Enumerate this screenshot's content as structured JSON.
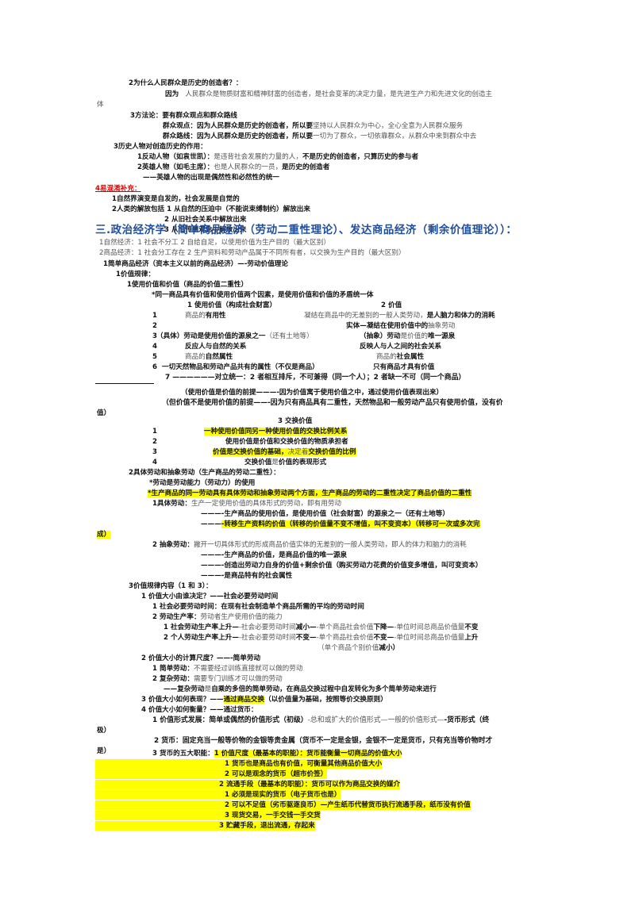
{
  "lines": {
    "l1": "2为什么人民群众是历史的创造者？：",
    "l2": "因为",
    "l2b": "人民群众是物质财富和精神财富的创造者，是社会变革的决定力量，是先进生产力和先进文化的创造主",
    "l3": "体",
    "l4": "3方法论：要有群众观点和群众路线",
    "l5a": "群众观点：因为人民群众是历史的创造者，所以要",
    "l5b": "坚持以人民群众为中心，全心全意为人民群众服务",
    "l6a": "群众路线：因为人民群众是历史的创造者，所以要",
    "l6b": "一切为了群众，一切依靠群众，从群众中来到群众中去",
    "l7": "3历史人物对创造历史的作用：",
    "l8a": "1反动人物（如袁世凯）：",
    "l8b": "是违背社会发展的力量的人，",
    "l8c": "不是历史的创造者，只算历史的参与者",
    "l9a": "2英雄人物（如毛主席）：",
    "l9b": "也是人民群众的一员，",
    "l9c": "是历史的创造者",
    "l10": "——英雄人物的出现是偶然性和必然性的统一",
    "l11": "4易混淆补充：",
    "l12": "1自然界演变是自发的，社会发展是自觉的",
    "l13": "2人类的解放包括 1 从自然的压迫中（不能说束缚制约）解放出来",
    "l14": "2 从旧社会关系中解放出来",
    "l15": "3 从旧传统观念中解放出来",
    "h3": "三.政治经济学（简单商品经济（劳动二重性理论）、发达商品经济（剩余价值理论））：",
    "l16": "1自然经济：1 社会不分工 2 自给自足，以使用价值为生产目的（最大区别）",
    "l17": "2商品经济：1 社会分工存在 2 生产资料和劳动产品属于不同所有者，以交换为生产目的（最大区别）",
    "l18": "1简单商品经济（资本主义以前的商品经济）—-劳动价值理论",
    "l19": "1价值规律：",
    "l20": "1使用价值和价值（商品的价值二重性）",
    "l21": "*同一商品具有价值和使用价值两个因素，是使用价值和价值的矛盾统一体",
    "l22a": "1 使用价值（构成社会财富）",
    "l22b": "2 价值",
    "l23n": "1",
    "l23a": "商品的",
    "l23b": "有用性",
    "l23c": "凝结在商品中的无差别的一般人类劳动，",
    "l23d": "是人脑力和体力的消耗",
    "l24n": "2",
    "l24a": "实体—凝结在使用价值中的",
    "l24b": "抽象劳动",
    "l25n": "3",
    "l25a": "（具体）劳动是使用价值的",
    "l25b": "源泉之一",
    "l25c": "（还有土地等）",
    "l25d": "（抽象）劳动",
    "l25e": "是价值的",
    "l25f": "唯一源泉",
    "l26n": "4",
    "l26a": "反应人与自然的关系",
    "l26b": "反映人与人之间的社会关系",
    "l27n": "5",
    "l27a": "商品的",
    "l27b": "自然属性",
    "l27c": "商品的",
    "l27d": "社会属性",
    "l28n": "6",
    "l28a": "一切天然物品和劳动产品共有的属性（不仅是商品）",
    "l28b": "只有商品才具有价值",
    "l29": "7 ——————对立统一：2 者相互排斥，不可兼得（同一个人）；2 者缺一不可（同一个商品）",
    "l30": "（使用价值是价值的前提———-因为价值寓于使用价值之中，通过使用价值表现出来）",
    "l31": "（但价值不是使用价值的前提——-因为只有商品具有二重性，天然物品和一般劳动产品只有使用价值，没有价",
    "l32": "值）",
    "l33": "3 交换价值",
    "l34n": "1",
    "l34": "一种使用价值同另一种使用价值的交换比例关系",
    "l35n": "2",
    "l35": "使用价值是价值和交换价值的物质承担者",
    "l36n": "3",
    "l36a": "价值是交换价值的基础，",
    "l36b": "决定着",
    "l36c": "交换价值的比例",
    "l37n": "4",
    "l37a": "交换价值",
    "l37b": "是",
    "l37c": "价值的表现形式",
    "l38": "2具体劳动和抽象劳动（生产商品的劳动二重性）：",
    "l39": "*劳动是劳动能力（劳动力）的使用",
    "l40": "*生产商品的同一劳动具有具体劳动和抽象劳动两个方面，生产商品的劳动的二重性决定了商品价值的二重性",
    "l41a": "1具体劳动：",
    "l41b": "生产一定使用价值的具体形式的劳动，即有用劳动",
    "l42a": "———",
    "l42b": "-生产商品的使用价值，是使用价值（社会财富）的源泉之一（还有土地等）",
    "l43a": "———",
    "l43b": "-转移生产资料的价值（转移的价值量不变不增值，叫不变资本）（转移可一次或多次完",
    "l44": "成）",
    "l45a": "2 抽象劳动：",
    "l45b": "撇开一切具体形式的形成商品价值实体的无差别的一般人类劳动，即人的体力和脑力的消耗",
    "l46a": "———",
    "l46b": "-生产商品的价值，是商品价值的唯一源泉",
    "l47a": "———",
    "l47b": "-创造出劳动力自身的价值+剩余价值（购买劳动力花费的价值变多增值，叫可变资本）",
    "l48a": "———",
    "l48b": "-是商品特有的社会属性",
    "l49": "3价值规律内容（1 和 3）：",
    "l50": "1 价值大小由谁决定？——社会必要劳动时间",
    "l51": "1 社会必要劳动时间：在现有社会制造单个商品所需的平均的劳动时间",
    "l52a": "2 劳动生产率：",
    "l52b": "劳动者生产使用价值的能力",
    "l53a": "1 社会劳动生产率上升—",
    "l53b": "-社会必要劳动时间",
    "l53c": "减小—",
    "l53d": "-单个商品社会价值",
    "l53e": "下降—",
    "l53f": "-单位时间总商品价值量",
    "l53g": "不变",
    "l54a": "2 个人劳动生产率上升—",
    "l54b": "-社会必要劳动时间",
    "l54c": "不变—",
    "l54d": "-单个商品社会价值",
    "l54e": "不变—",
    "l54f": "-单位时间总商品价值量",
    "l54g": "上升",
    "l55a": "（单个商品个别价值",
    "l55b": "减小）",
    "l56": "2 价值大小的计算尺度？——-简单劳动",
    "l57a": "1 简单劳动：",
    "l57b": "不需要经过训练直接就可以做的劳动",
    "l58a": "2 复杂劳动：",
    "l58b": "需要专门训练才可以做的劳动",
    "l59a": "——复杂劳动",
    "l59b": "是",
    "l59c": "自乘的多倍的简单劳动，在商品交换过程中自发转化为多个简单劳动来进行",
    "l60a": "3 价值大小如何表现？——",
    "l60b": "通过商品交换",
    "l60c": "（以价值量为基础，按照等价交换原则）",
    "l61": "4 价值大小如何衡量？——通过货币：",
    "l62a": "1 价值形式发展：简单或偶然的价值形式（初级）",
    "l62b": "-总和或扩大的价值形式—一般的价值形式—",
    "l62c": "-货币形式（终",
    "l63": "极）",
    "l64": "2 货币：固定充当一般等价物的金银等贵金属（货币不一定是金银，金银不一定是货币，只有充当等价物时才",
    "l65": "是）",
    "l66a": "3 货币的五大职能：",
    "l66b": "1 价值尺度（最基本的职能）：货币能衡量一切商品的价值大小",
    "l67": "1 货币也是商品也有价值，可衡量其他商品价值大小",
    "l68": "2 可以是观念的货币（超市价签）",
    "l69": "2 流通手段（最基本的职能）：货币可以作为商品交换的媒介",
    "l70": "1 必须是现实的货币（电子货币也是）",
    "l71": "2 可以不足值（劣币驱逐良币）—产生纸币代替货币执行流通手段，纸币没有价值",
    "l72": "3 现货交易，一手交钱一手交货",
    "l73": "3 贮藏手段，退出流通，存起来"
  }
}
